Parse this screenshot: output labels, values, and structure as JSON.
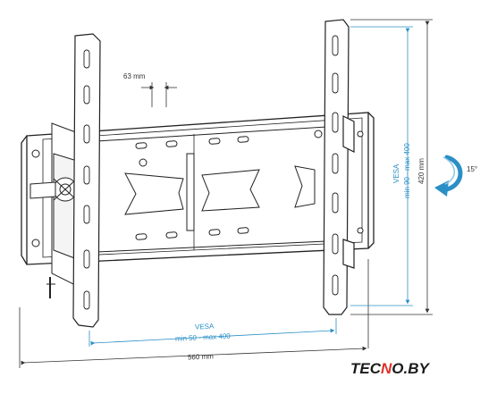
{
  "dimensions": {
    "gap_label": "63 mm",
    "width_label": "560 mm",
    "height_label": "420 mm",
    "tilt_label": "15°"
  },
  "vesa": {
    "horizontal": {
      "title": "VESA",
      "range": "min 50 - max 400"
    },
    "vertical": {
      "title": "VESA",
      "range": "min 90 - max 400"
    }
  },
  "logo": {
    "text_dark": "TEC",
    "text_accent": "N",
    "text_rest": "O.BY"
  },
  "colors": {
    "dimension_line": "#2a8fc6",
    "outline": "#222222",
    "logo_dark": "#1a1a1a",
    "logo_accent": "#e0312b",
    "tilt_arrow": "#2a8fc6"
  }
}
